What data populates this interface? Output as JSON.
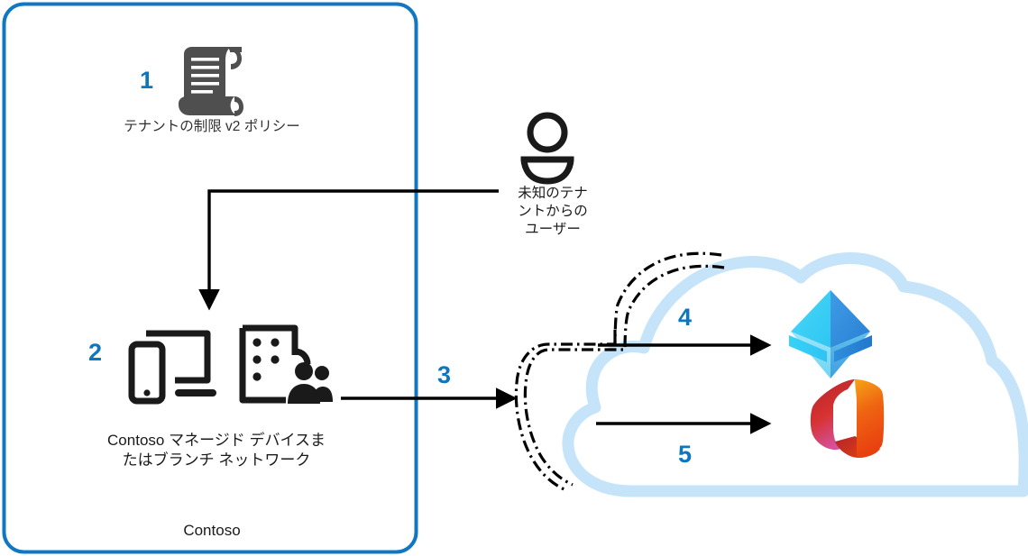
{
  "diagram": {
    "title_region": "Tenant restrictions v2 flow (Japanese)",
    "colors": {
      "accent_blue": "#0f75bc",
      "box_border_blue": "#1077c3",
      "cloud_light_blue": "#c5e4fa",
      "icon_dark": "#4b4b4b",
      "icon_black": "#1a1a1a",
      "boundary_dashdot": "#000000",
      "office_orange": "#eb5c0a",
      "office_red": "#c2282c",
      "office_magenta": "#d04a8c",
      "azure_cyan": "#37c6f4",
      "azure_blue": "#2e8ddf"
    },
    "boundary": {
      "label": "Contoso",
      "shape": "rounded-rectangle"
    },
    "steps": [
      {
        "number": "1",
        "label": "テナントの制限 v2 ポリシー",
        "name": "policy"
      },
      {
        "number": "2",
        "label": "Contoso マネージド デバイスまたはブランチ ネットワーク",
        "name": "managed-device"
      },
      {
        "number": "3",
        "label": "",
        "name": "traffic-to-cloud"
      },
      {
        "number": "4",
        "label": "",
        "name": "to-entra-id"
      },
      {
        "number": "5",
        "label": "",
        "name": "to-office365"
      }
    ],
    "nodes": {
      "policy": {
        "number": "1",
        "icon": "scroll-policy-icon",
        "label": "テナントの制限 v2 ポリシー"
      },
      "external_user": {
        "icon": "person-icon",
        "label": "未知のテナ\nントからの\nユーザー"
      },
      "managed_device": {
        "number": "2",
        "icons": [
          "devices-icon",
          "branch-office-people-icon"
        ],
        "label": "Contoso マネージド デバイスま\nたはブランチ ネットワーク"
      },
      "entra_id": {
        "number": "4",
        "icon": "azure-entra-id-icon",
        "label": ""
      },
      "office365": {
        "number": "5",
        "icon": "office-365-icon",
        "label": ""
      }
    },
    "arrows": [
      {
        "name": "user-to-device-arrow",
        "number": "",
        "style": "elbow-solid"
      },
      {
        "name": "device-to-cloud-arrow",
        "number": "3",
        "style": "straight-solid"
      },
      {
        "name": "cloud-to-entra-arrow",
        "number": "4",
        "style": "straight-solid"
      },
      {
        "name": "cloud-to-office-arrow",
        "number": "5",
        "style": "straight-solid"
      }
    ],
    "cloud": {
      "name": "microsoft-cloud",
      "outline": "light-blue-cloud",
      "inner_boundary": "dash-dot-double-cloud-edge"
    }
  }
}
